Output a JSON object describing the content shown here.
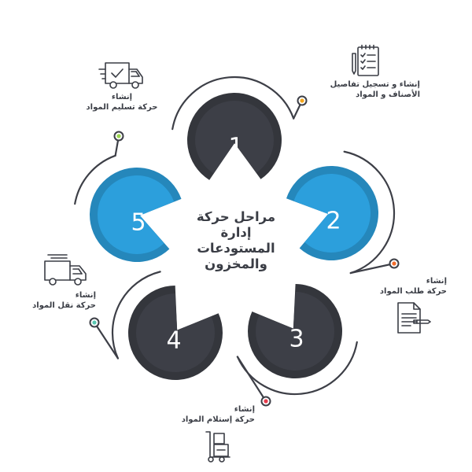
{
  "center_title": {
    "line1": "مراحل حركة",
    "line2": "إدارة",
    "line3": "المستودعات",
    "line4": "والمخزون"
  },
  "steps": [
    {
      "number": "1",
      "title": "إنشاء و تسجيل تفاصيل",
      "subtitle": "الأصناف و المواد",
      "color": "#3d3f47",
      "dot_color": "#f3a51d",
      "icon": "checklist-icon"
    },
    {
      "number": "2",
      "title": "إنشاء",
      "subtitle": "حركة طلب المواد",
      "color": "#2c9fdc",
      "dot_color": "#f26b2a",
      "icon": "document-pen-icon"
    },
    {
      "number": "3",
      "title": "إنشاء",
      "subtitle": "حركة إستلام المواد",
      "color": "#3d3f47",
      "dot_color": "#e63b4b",
      "icon": "hand-truck-icon"
    },
    {
      "number": "4",
      "title": "إنشاء",
      "subtitle": "حركة نقل المواد",
      "color": "#3d3f47",
      "dot_color": "#58c7b1",
      "icon": "moving-truck-icon"
    },
    {
      "number": "5",
      "title": "إنشاء",
      "subtitle": "حركة تسليم المواد",
      "color": "#2c9fdc",
      "dot_color": "#9ad44f",
      "icon": "delivery-truck-check-icon"
    }
  ]
}
